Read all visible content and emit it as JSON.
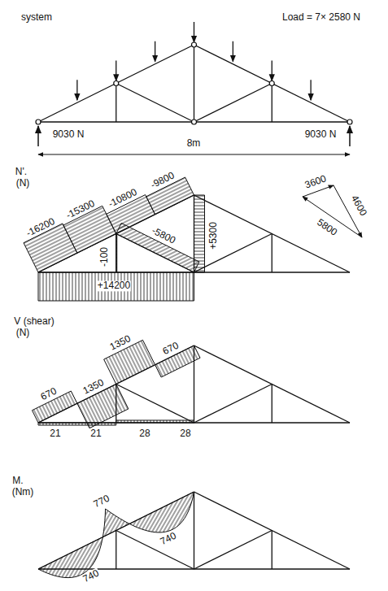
{
  "diagram": {
    "labels": [
      "system",
      "Load = 7× 2580 N",
      "9030 N",
      "9030 N",
      "8m",
      "N'.",
      "(N)",
      "-16200",
      "-15300",
      "-10800",
      "-9800",
      "-100",
      "-5800",
      "+5300",
      "+14200",
      "3600",
      "4600",
      "5800",
      "V (shear)",
      "(N)",
      "670",
      "1350",
      "1350",
      "670",
      "21",
      "21",
      "28",
      "28",
      "M.",
      "(Nm)",
      "770",
      "740",
      "740"
    ]
  }
}
